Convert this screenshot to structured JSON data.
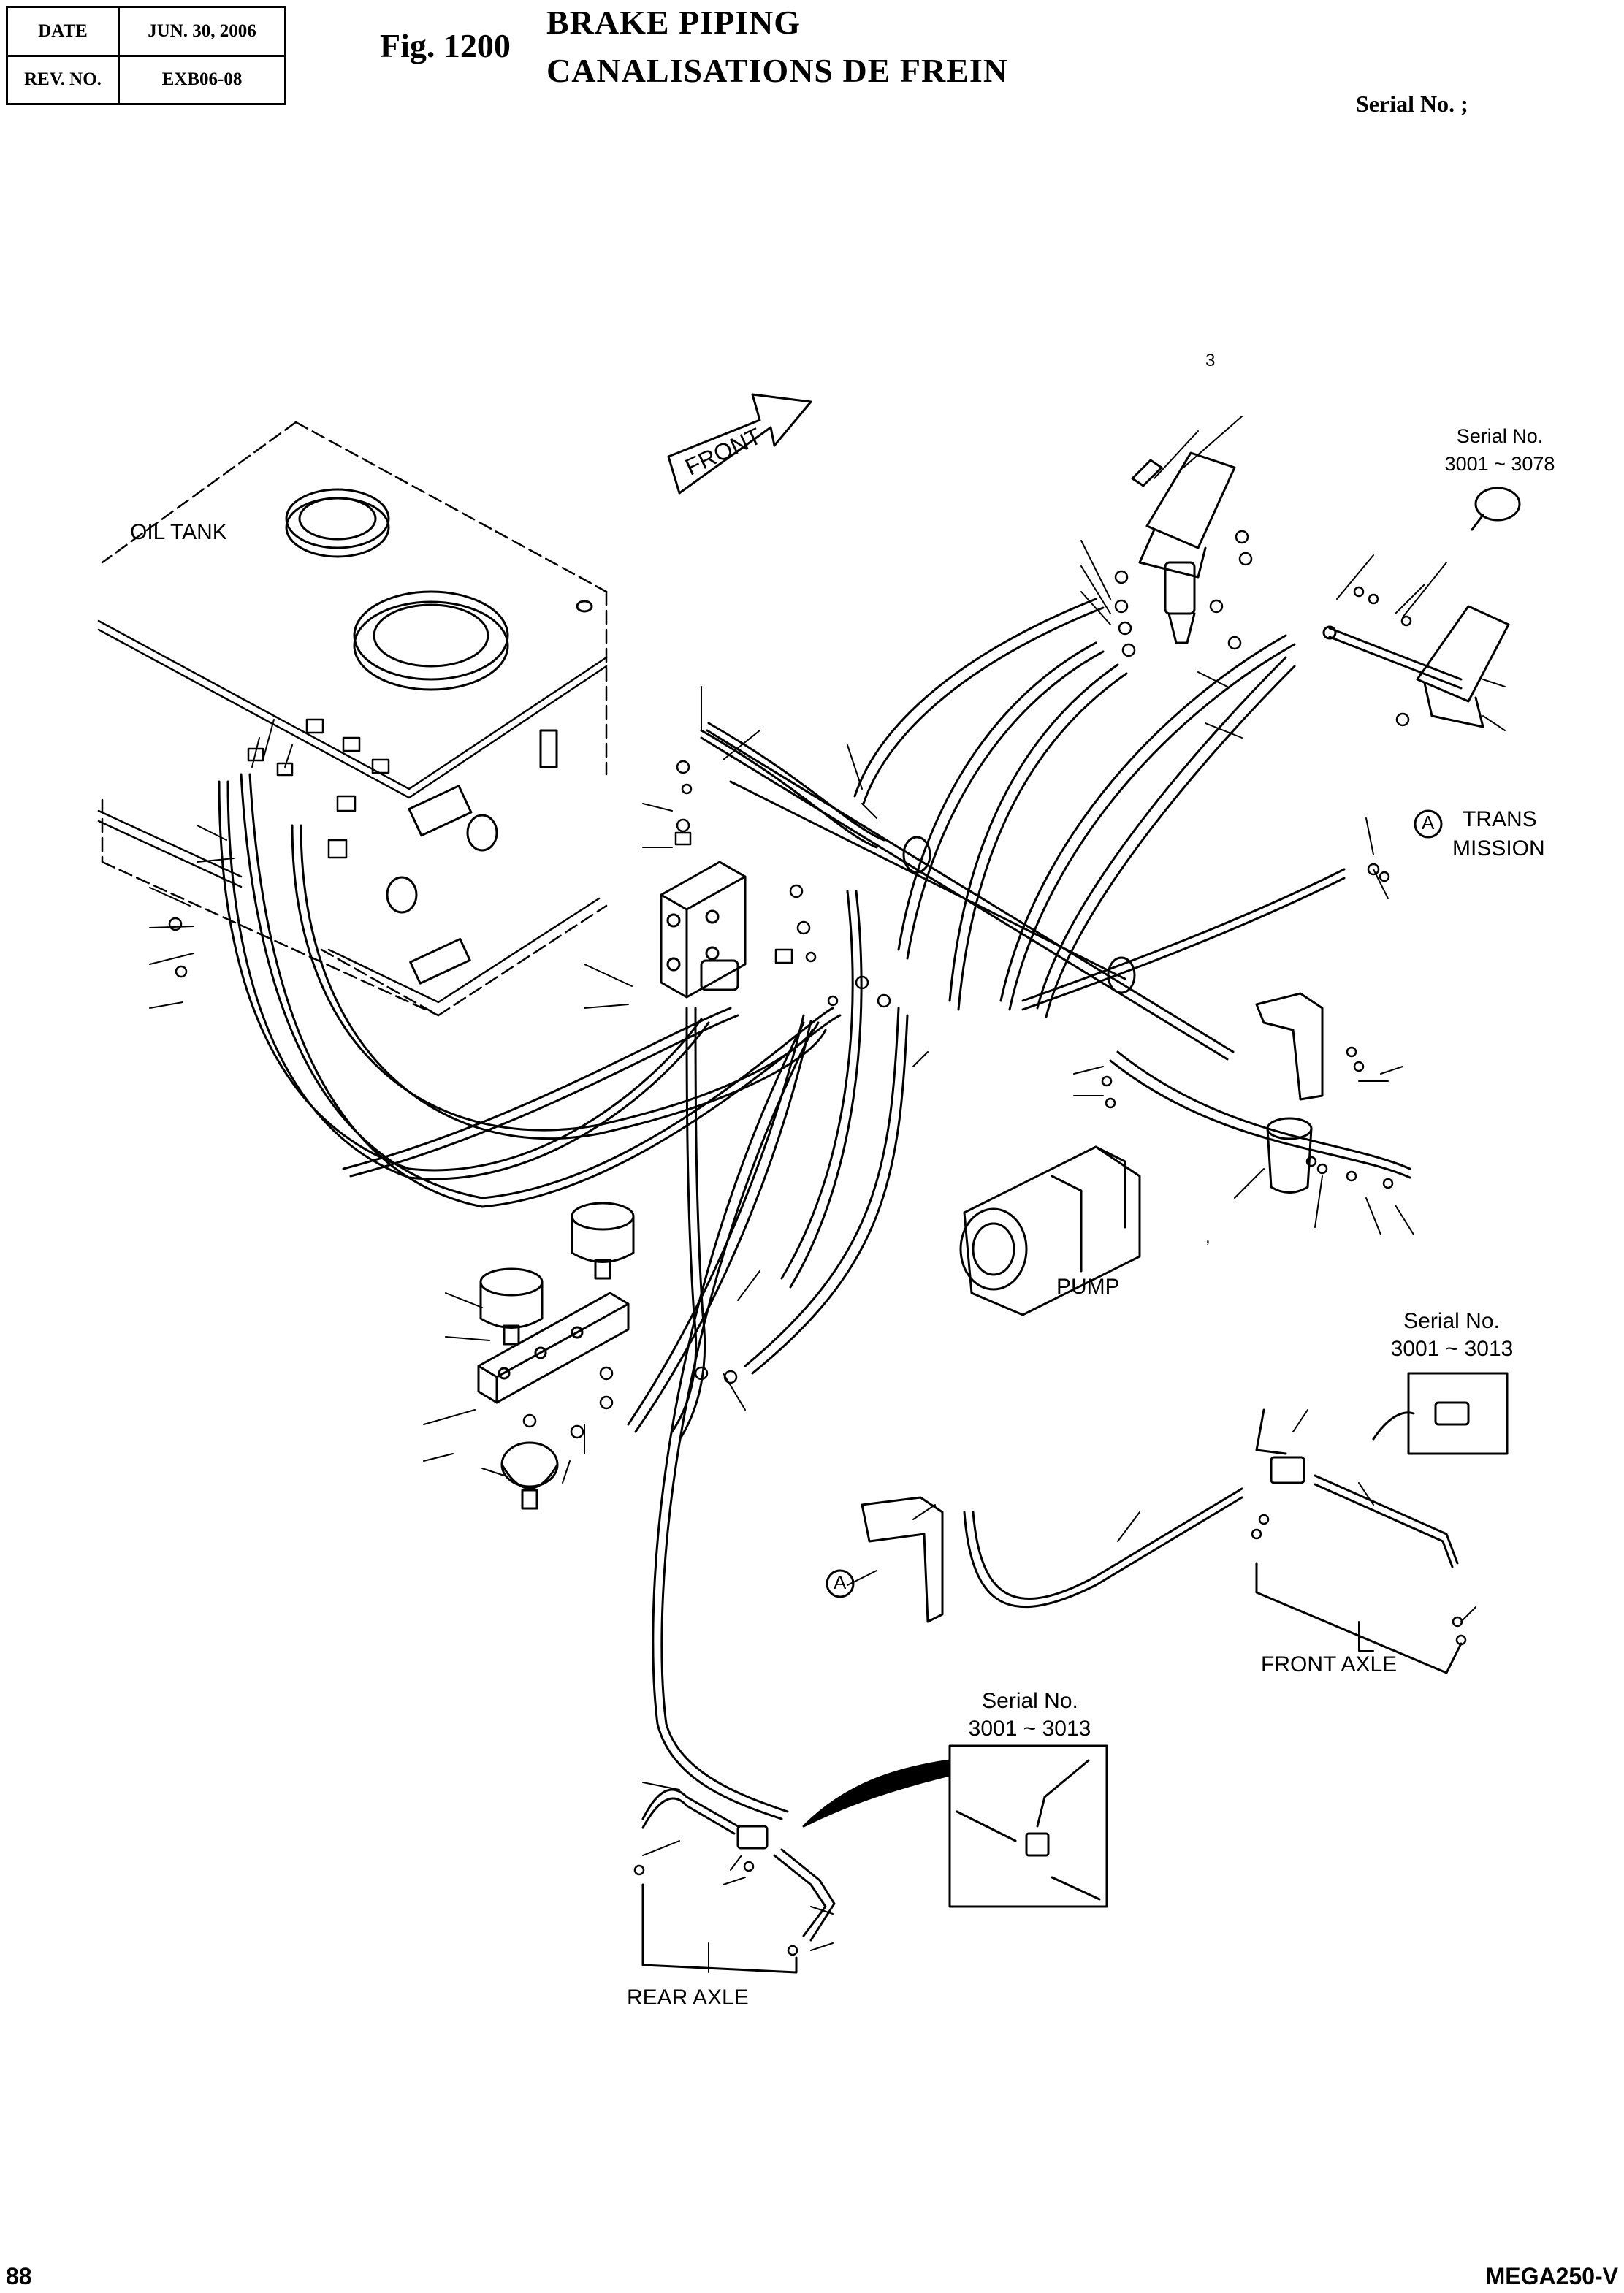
{
  "header": {
    "date_label": "DATE",
    "date_value": "JUN. 30, 2006",
    "rev_label": "REV. NO.",
    "rev_value": "EXB06-08"
  },
  "figure": {
    "number": "Fig. 1200",
    "title_en": "BRAKE PIPING",
    "title_fr": "CANALISATIONS DE FREIN",
    "serial": "Serial No. ;"
  },
  "labels": {
    "oil_tank": "OIL TANK",
    "front": "FRONT",
    "pump": "PUMP",
    "trans_line1": "TRANS",
    "trans_line2": "MISSION",
    "callout_a": "A",
    "front_axle": "FRONT AXLE",
    "rear_axle": "REAR AXLE",
    "stray_mark": "3",
    "stray_comma": ","
  },
  "serial_notes": [
    {
      "line1": "Serial No.",
      "line2": "3001 ~ 3078"
    },
    {
      "line1": "Serial No.",
      "line2": "3001 ~ 3013"
    },
    {
      "line1": "Serial No.",
      "line2": "3001 ~ 3013"
    }
  ],
  "footer": {
    "page": "88",
    "model": "MEGA250-V"
  }
}
